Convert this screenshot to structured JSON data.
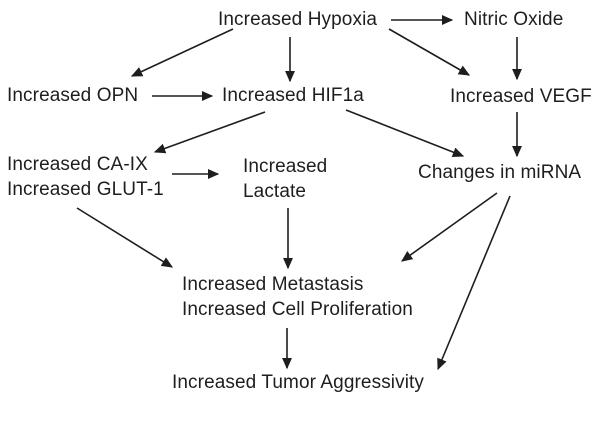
{
  "diagram": {
    "background_color": "#ffffff",
    "text_color": "#1e1e1e",
    "arrow_color": "#1e1e1e",
    "nodes": {
      "hypoxia": {
        "label": "Increased Hypoxia"
      },
      "nitric_oxide": {
        "label": "Nitric Oxide"
      },
      "opn": {
        "label": "Increased OPN"
      },
      "hif1a": {
        "label": "Increased HIF1a"
      },
      "vegf": {
        "label": "Increased VEGF"
      },
      "caix_glut1": {
        "line1": "Increased CA-IX",
        "line2": "Increased GLUT-1"
      },
      "lactate": {
        "line1": "Increased",
        "line2": "Lactate"
      },
      "mirna": {
        "label": "Changes in miRNA"
      },
      "metastasis": {
        "line1": "Increased Metastasis",
        "line2": "Increased Cell Proliferation"
      },
      "tumor": {
        "label": "Increased Tumor Aggressivity"
      }
    },
    "edges": [
      {
        "from": "Increased Hypoxia",
        "to": "Nitric Oxide"
      },
      {
        "from": "Increased Hypoxia",
        "to": "Increased OPN"
      },
      {
        "from": "Increased Hypoxia",
        "to": "Increased HIF1a"
      },
      {
        "from": "Increased Hypoxia",
        "to": "Increased VEGF"
      },
      {
        "from": "Nitric Oxide",
        "to": "Increased VEGF"
      },
      {
        "from": "Increased OPN",
        "to": "Increased HIF1a"
      },
      {
        "from": "Increased HIF1a",
        "to": "Increased CA-IX / Increased GLUT-1"
      },
      {
        "from": "Increased HIF1a",
        "to": "Changes in miRNA"
      },
      {
        "from": "Increased VEGF",
        "to": "Changes in miRNA"
      },
      {
        "from": "Increased CA-IX / Increased GLUT-1",
        "to": "Increased Lactate"
      },
      {
        "from": "Increased CA-IX / Increased GLUT-1",
        "to": "Increased Metastasis / Increased Cell Proliferation"
      },
      {
        "from": "Increased Lactate",
        "to": "Increased Metastasis / Increased Cell Proliferation"
      },
      {
        "from": "Changes in miRNA",
        "to": "Increased Metastasis / Increased Cell Proliferation"
      },
      {
        "from": "Changes in miRNA",
        "to": "Increased Tumor Aggressivity"
      },
      {
        "from": "Increased Metastasis / Increased Cell Proliferation",
        "to": "Increased Tumor Aggressivity"
      }
    ]
  }
}
